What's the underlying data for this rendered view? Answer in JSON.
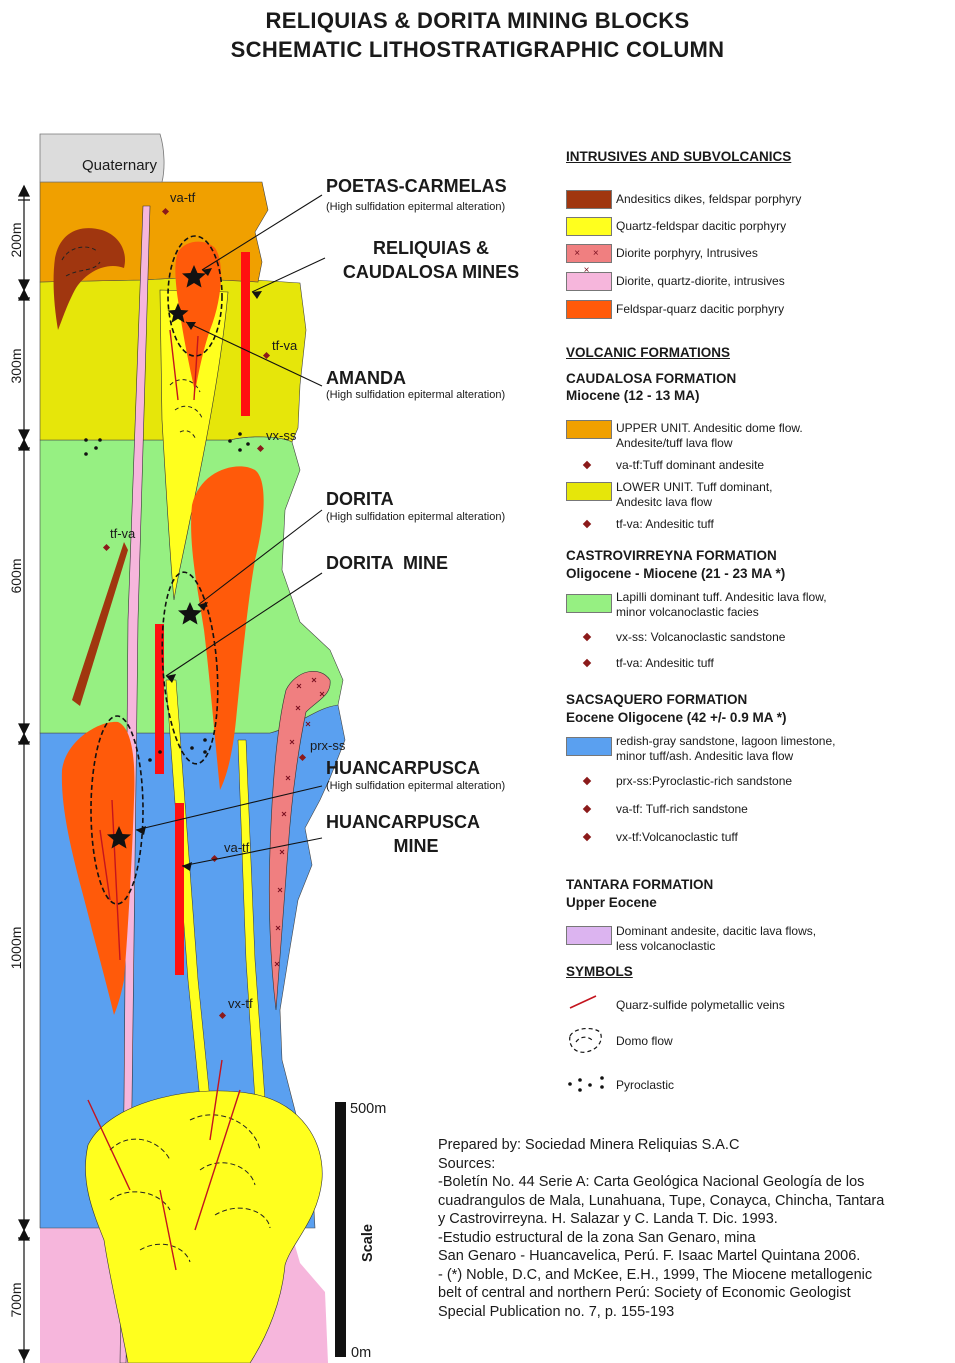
{
  "title": {
    "line1": "RELIQUIAS & DORITA MINING BLOCKS",
    "line2": "SCHEMATIC LITHOSTRATIGRAPHIC COLUMN"
  },
  "column": {
    "quaternary": "Quaternary",
    "thickness_labels": [
      "200m",
      "300m",
      "600m",
      "1000m",
      "700m"
    ],
    "unit_labels": [
      "va-tf",
      "tf-va",
      "vx-ss",
      "tf-va",
      "prx-ss",
      "va-tf",
      "vx-tf"
    ]
  },
  "targets": [
    {
      "name": "POETAS-CARMELAS",
      "note": "(High sulfidation epitermal alteration)"
    },
    {
      "name": "RELIQUIAS &",
      "name2": "CAUDALOSA MINES"
    },
    {
      "name": "AMANDA",
      "note": "(High sulfidation epitermal alteration)"
    },
    {
      "name": "DORITA",
      "note": "(High sulfidation epitermal alteration)"
    },
    {
      "name": "DORITA  MINE"
    },
    {
      "name": "HUANCARPUSCA",
      "note": "(High sulfidation epitermal alteration)"
    },
    {
      "name": "HUANCARPUSCA",
      "name2": "MINE"
    }
  ],
  "legend": {
    "intrusives_title": "INTRUSIVES AND SUBVOLCANICS",
    "intrusives": [
      {
        "label": "Andesitics dikes,  feldspar porphyry",
        "color": "#a0360f"
      },
      {
        "label": "Quartz-feldspar dacitic porphyry",
        "color": "#ffff1e"
      },
      {
        "label": "Diorite porphyry, Intrusives",
        "color": "#f07f80"
      },
      {
        "label": "Diorite, quartz-diorite, intrusives",
        "color": "#f6b6dc"
      },
      {
        "label": "Feldspar-quarz dacitic porphyry",
        "color": "#ff5a0a"
      }
    ],
    "volcanic_title": "VOLCANIC FORMATIONS",
    "caudalosa": {
      "name": "CAUDALOSA FORMATION",
      "age": "Miocene (12 - 13 MA)",
      "upper": "UPPER UNIT. Andesitic dome flow.",
      "upper2": "Andesite/tuff lava flow",
      "upper_color": "#f0a000",
      "va_tf": "va-tf:Tuff dominant andesite",
      "lower": "LOWER UNIT. Tuff dominant,",
      "lower2": "Andesitc lava flow",
      "lower_color": "#e6e60a",
      "tf_va": "tf-va: Andesitic tuff"
    },
    "castrovirreyna": {
      "name": "CASTROVIRREYNA FORMATION",
      "age": "Oligocene - Miocene  (21 - 23 MA *)",
      "desc": "Lapilli dominant tuff. Andesitic lava flow,",
      "desc2": "minor volcanoclastic facies",
      "color": "#96f082",
      "vx_ss": "vx-ss: Volcanoclastic sandstone",
      "tf_va": "tf-va: Andesitic tuff"
    },
    "sacsaquero": {
      "name": "SACSAQUERO FORMATION",
      "age": "Eocene Oligocene  (42 +/- 0.9 MA *)",
      "desc": "redish-gray sandstone, lagoon limestone,",
      "desc2": "minor tuff/ash. Andesitic lava flow",
      "color": "#5aa0f0",
      "prx_ss": "prx-ss:Pyroclastic-rich sandstone",
      "va_tf": "va-tf: Tuff-rich sandstone",
      "vx_tf": "vx-tf:Volcanoclastic tuff"
    },
    "tantara": {
      "name": "TANTARA FORMATION",
      "age": "Upper Eocene",
      "desc": "Dominant andesite, dacitic lava flows,",
      "desc2": "less volcanoclastic",
      "color": "#dcb4f0"
    },
    "symbols_title": "SYMBOLS",
    "symbols": {
      "veins": "Quarz-sulfide polymetallic veins",
      "domo": "Domo flow",
      "pyro": "Pyroclastic"
    }
  },
  "scale": {
    "top": "500m",
    "bottom": "0m",
    "label": "Scale"
  },
  "notes": [
    "Prepared by: Sociedad Minera Reliquias S.A.C",
    "Sources:",
    "-Boletín No. 44 Serie A: Carta Geológica Nacional Geología de los",
    "cuadrangulos de Mala, Lunahuana, Tupe, Conayca, Chincha, Tantara",
    "y Castrovirreyna. H. Salazar y C. Landa T. Dic. 1993.",
    "-Estudio estructural de la zona San Genaro, mina",
    "San Genaro - Huancavelica, Perú. F. Isaac Martel Quintana 2006.",
    "- (*) Noble, D.C, and McKee, E.H., 1999, The Miocene metallogenic",
    "belt of central and northern Perú: Society of Economic Geologist",
    "Special Publication no. 7, p. 155-193"
  ]
}
